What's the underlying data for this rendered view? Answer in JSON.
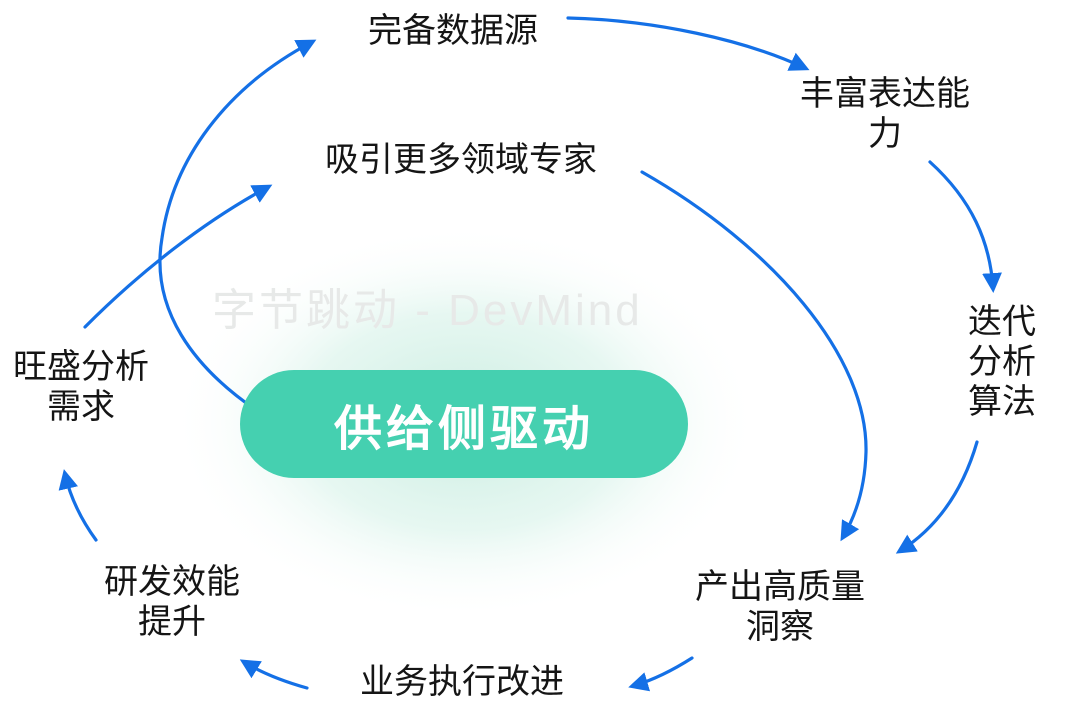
{
  "diagram": {
    "title_center": {
      "label": "供给侧驱动"
    },
    "watermark": "字节跳动 - DevMind",
    "nodes": {
      "complete_data_source": {
        "label": "完备数据源"
      },
      "rich_expression": {
        "label": "丰富表达能力"
      },
      "iterative_algorithm": {
        "label": "迭代分析\n算法"
      },
      "quality_insight": {
        "label": "产出高质量\n洞察"
      },
      "biz_execution": {
        "label": "业务执行改进"
      },
      "rd_efficiency": {
        "label": "研发效能\n提升"
      },
      "analysis_demand": {
        "label": "旺盛分析\n需求"
      },
      "domain_experts": {
        "label": "吸引更多领域专家"
      }
    },
    "edges": [
      {
        "from": "analysis_demand",
        "to": "complete_data_source"
      },
      {
        "from": "complete_data_source",
        "to": "rich_expression"
      },
      {
        "from": "rich_expression",
        "to": "iterative_algorithm"
      },
      {
        "from": "iterative_algorithm",
        "to": "quality_insight"
      },
      {
        "from": "domain_experts",
        "to": "quality_insight"
      },
      {
        "from": "quality_insight",
        "to": "biz_execution"
      },
      {
        "from": "biz_execution",
        "to": "rd_efficiency"
      },
      {
        "from": "rd_efficiency",
        "to": "analysis_demand"
      },
      {
        "from": "analysis_demand",
        "to": "domain_experts"
      }
    ],
    "colors": {
      "arrow_blue": "#1470e6",
      "pill_teal": "#45d0b0",
      "glow_mint": "#cdeee1",
      "label_text": "#151515",
      "watermark_gray": "#e7e9e8",
      "pill_text": "#ffffff"
    }
  }
}
